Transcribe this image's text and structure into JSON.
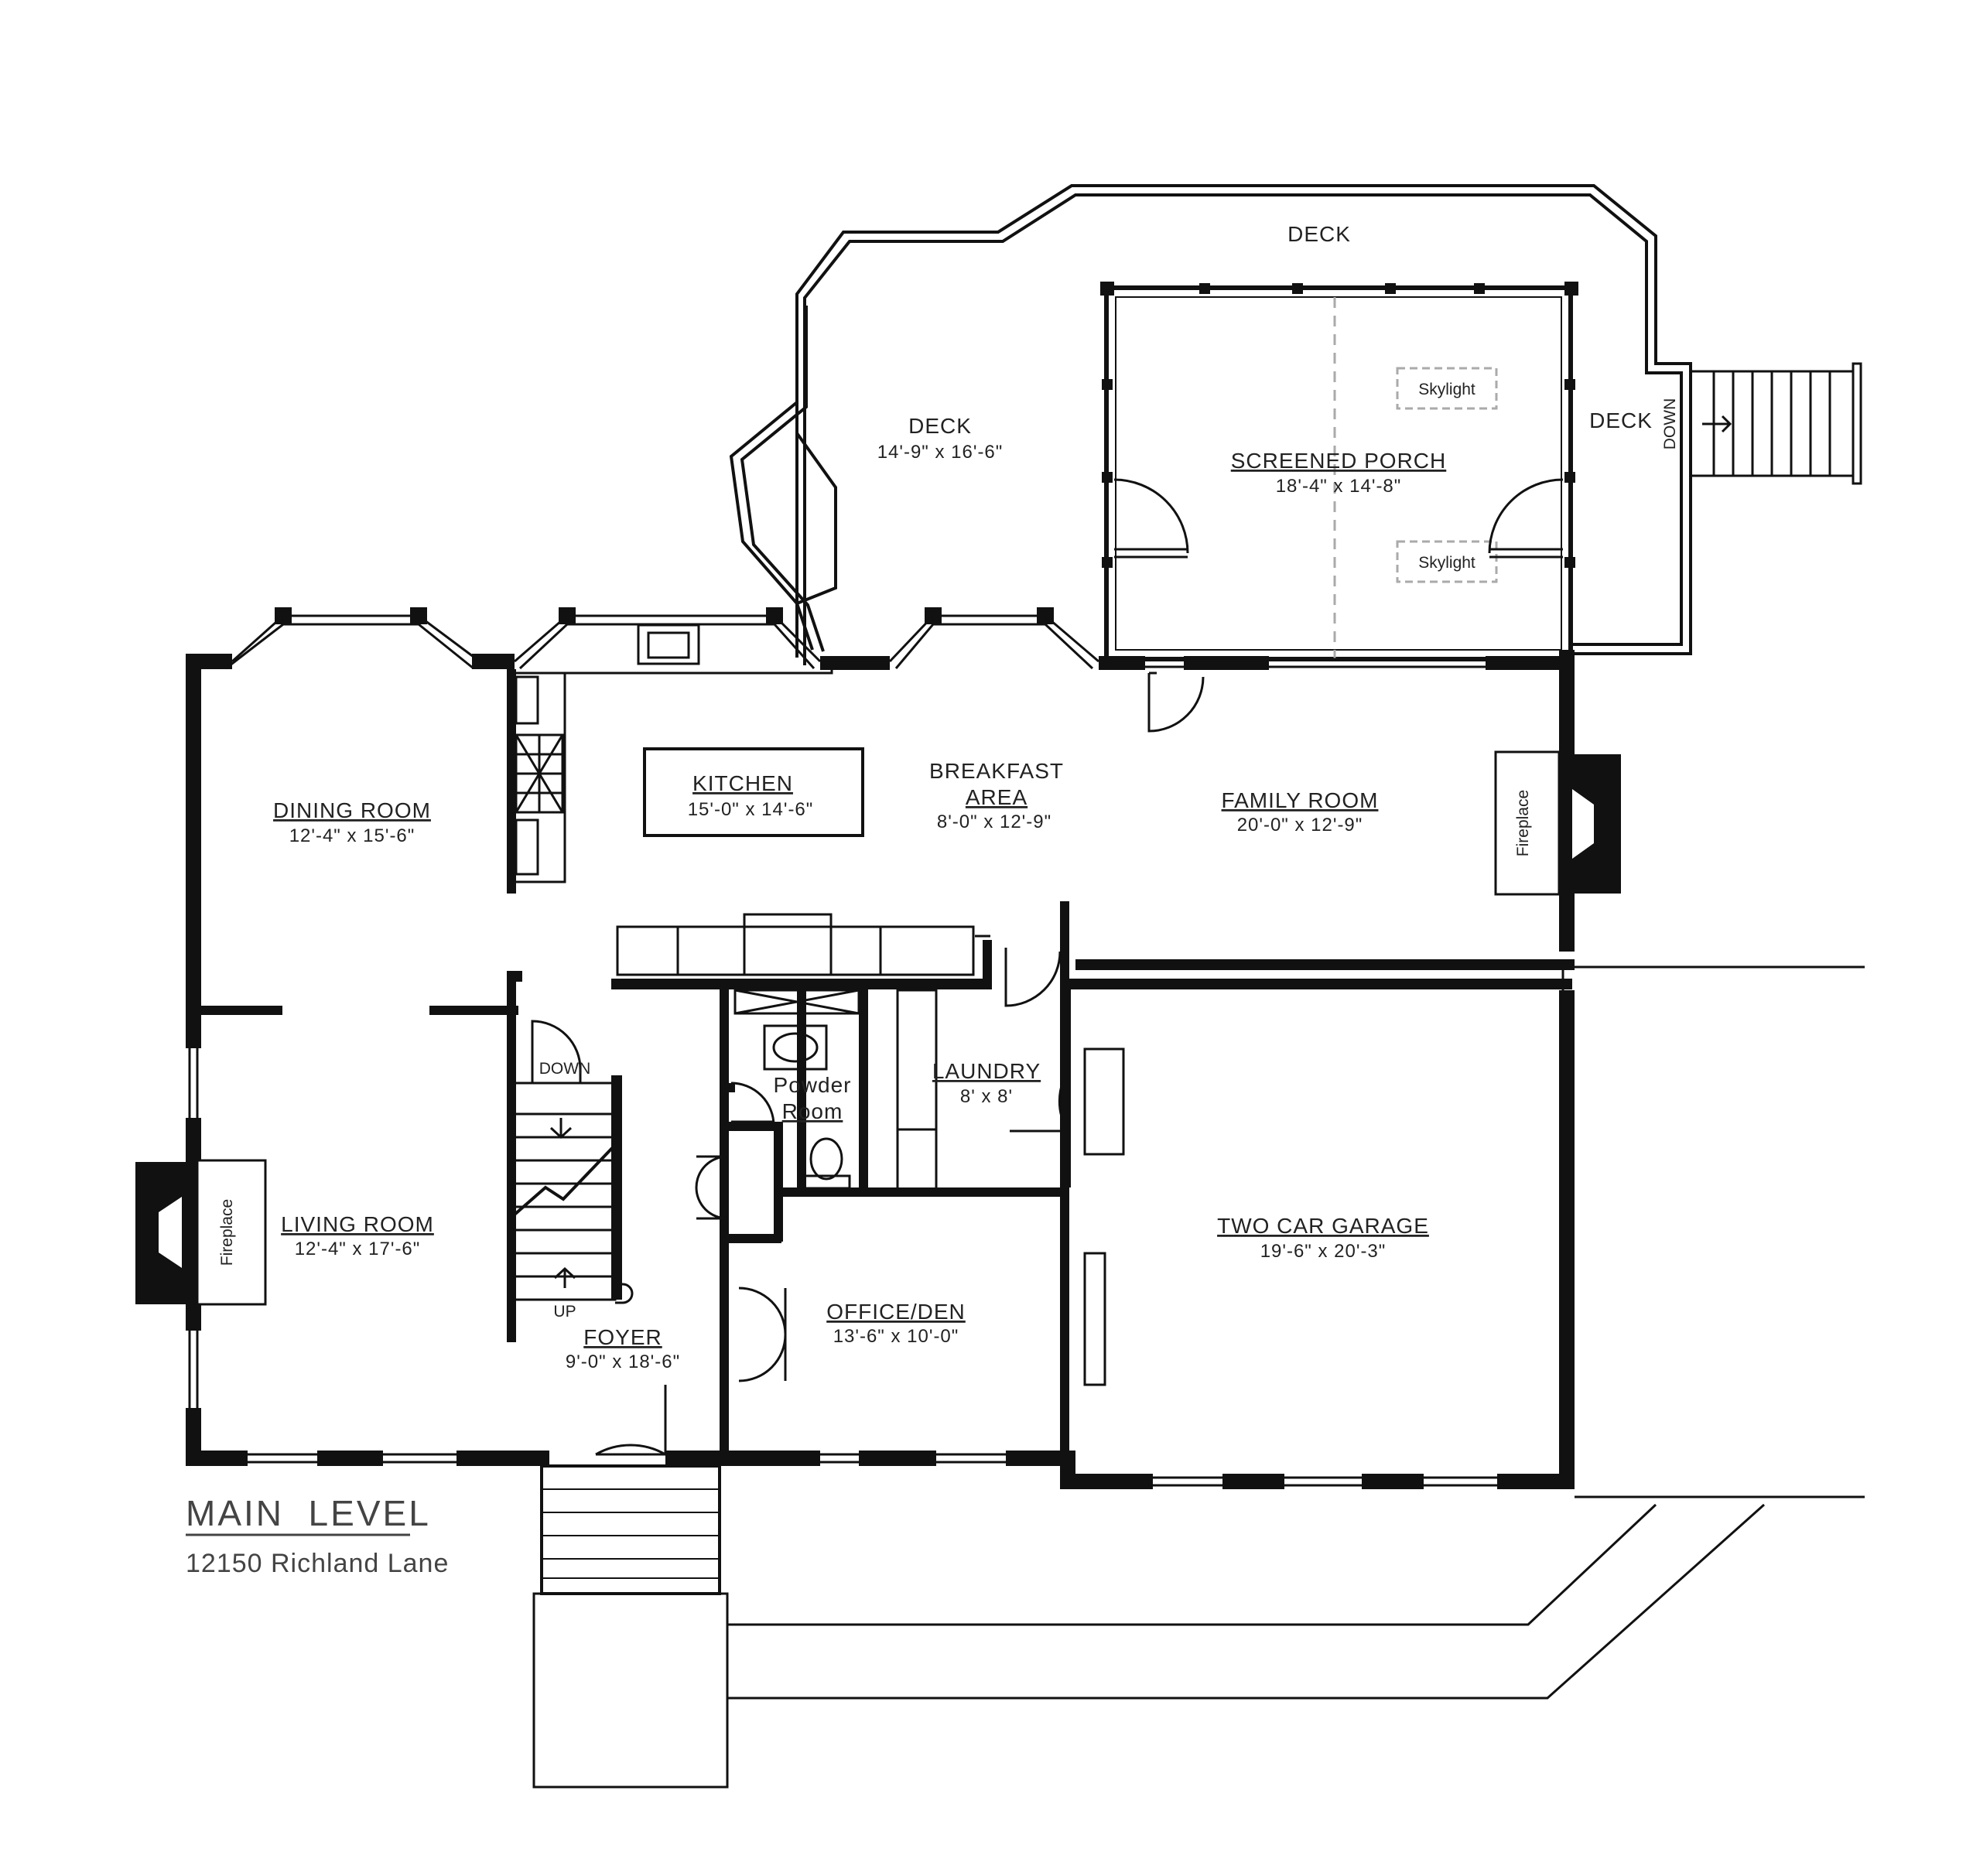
{
  "title": "MAIN  LEVEL",
  "address": "12150 Richland Lane",
  "rooms": {
    "deck_top": {
      "name": "DECK"
    },
    "deck_left": {
      "name": "DECK",
      "dims": "14'-9\" x 16'-6\""
    },
    "deck_right": {
      "name": "DECK"
    },
    "screened_porch": {
      "name": "SCREENED PORCH",
      "dims": "18'-4\" x 14'-8\""
    },
    "kitchen": {
      "name": "KITCHEN",
      "dims": "15'-0\" x 14'-6\""
    },
    "breakfast_area": {
      "name_line1": "BREAKFAST",
      "name_line2": "AREA",
      "dims": "8'-0\" x 12'-9\""
    },
    "family_room": {
      "name": "FAMILY ROOM",
      "dims": "20'-0\" x 12'-9\""
    },
    "dining_room": {
      "name": "DINING ROOM",
      "dims": "12'-4\" x 15'-6\""
    },
    "living_room": {
      "name": "LIVING ROOM",
      "dims": "12'-4\" x 17'-6\""
    },
    "powder_room": {
      "name_line1": "Powder",
      "name_line2": "Room"
    },
    "laundry": {
      "name": "LAUNDRY",
      "dims": "8' x 8'"
    },
    "foyer": {
      "name": "FOYER",
      "dims": "9'-0\" x 18'-6\""
    },
    "office_den": {
      "name": "OFFICE/DEN",
      "dims": "13'-6\" x 10'-0\""
    },
    "two_car_garage": {
      "name": "TWO CAR GARAGE",
      "dims": "19'-6\" x 20'-3\""
    }
  },
  "labels": {
    "skylight_top": "Skylight",
    "skylight_bottom": "Skylight",
    "fireplace_family": "Fireplace",
    "fireplace_living": "Fireplace",
    "stairs_down": "DOWN",
    "stairs_up": "UP",
    "deck_stairs_down": "DOWN"
  }
}
